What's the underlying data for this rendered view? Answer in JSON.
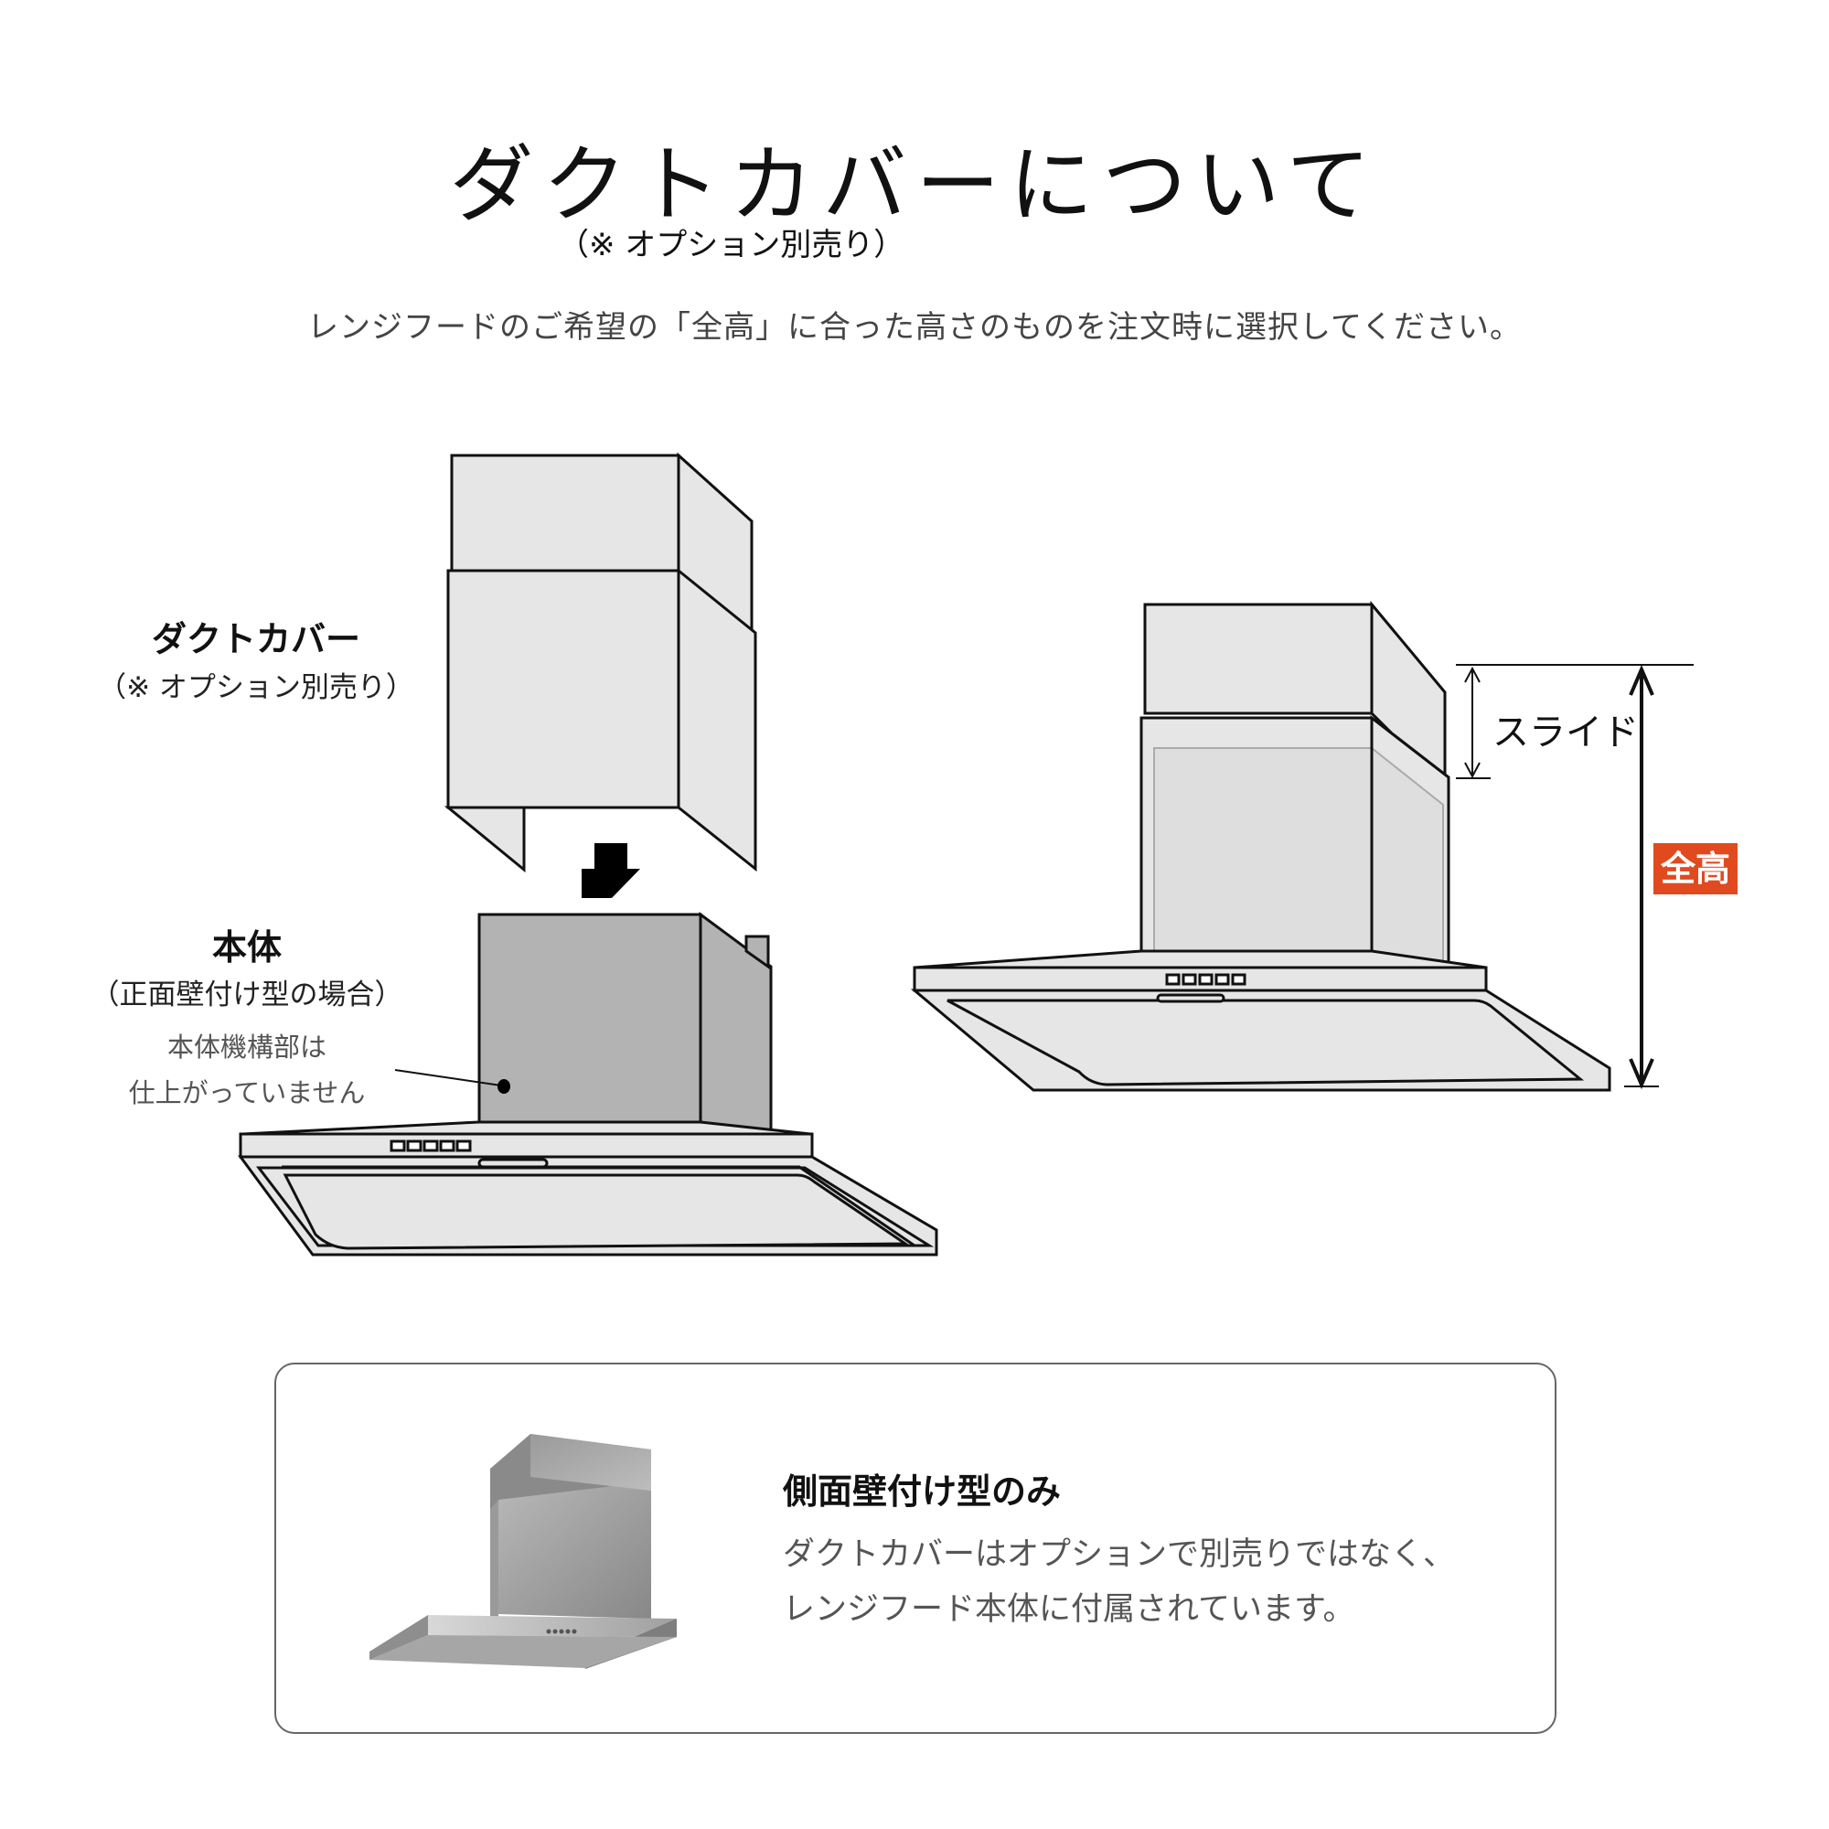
{
  "header": {
    "title": "ダクトカバーについて",
    "subtitle": "（※ オプション別売り）",
    "lead": "レンジフードのご希望の「全高」に合った高さのものを注文時に選択してください。"
  },
  "diagram_left": {
    "duct_cover_label": "ダクトカバー",
    "duct_cover_note": "（※ オプション別売り）",
    "body_label": "本体",
    "body_note": "（正面壁付け型の場合）",
    "mechanism_note_line1": "本体機構部は",
    "mechanism_note_line2": "仕上がっていません",
    "arrow_icon": "down-arrow"
  },
  "diagram_right": {
    "slide_label": "スライド",
    "total_height_badge": "全高",
    "badge_color": "#e04a1e"
  },
  "info_box": {
    "title": "側面壁付け型のみ",
    "text_line1": "ダクトカバーはオプションで別売りではなく、",
    "text_line2": "レンジフード本体に付属されています。",
    "image_icon": "range-hood-photo"
  },
  "colors": {
    "line": "#111111",
    "panel_light": "#e6e6e6",
    "panel_body": "#b3b3b3",
    "accent": "#e04a1e",
    "border": "#666666"
  }
}
